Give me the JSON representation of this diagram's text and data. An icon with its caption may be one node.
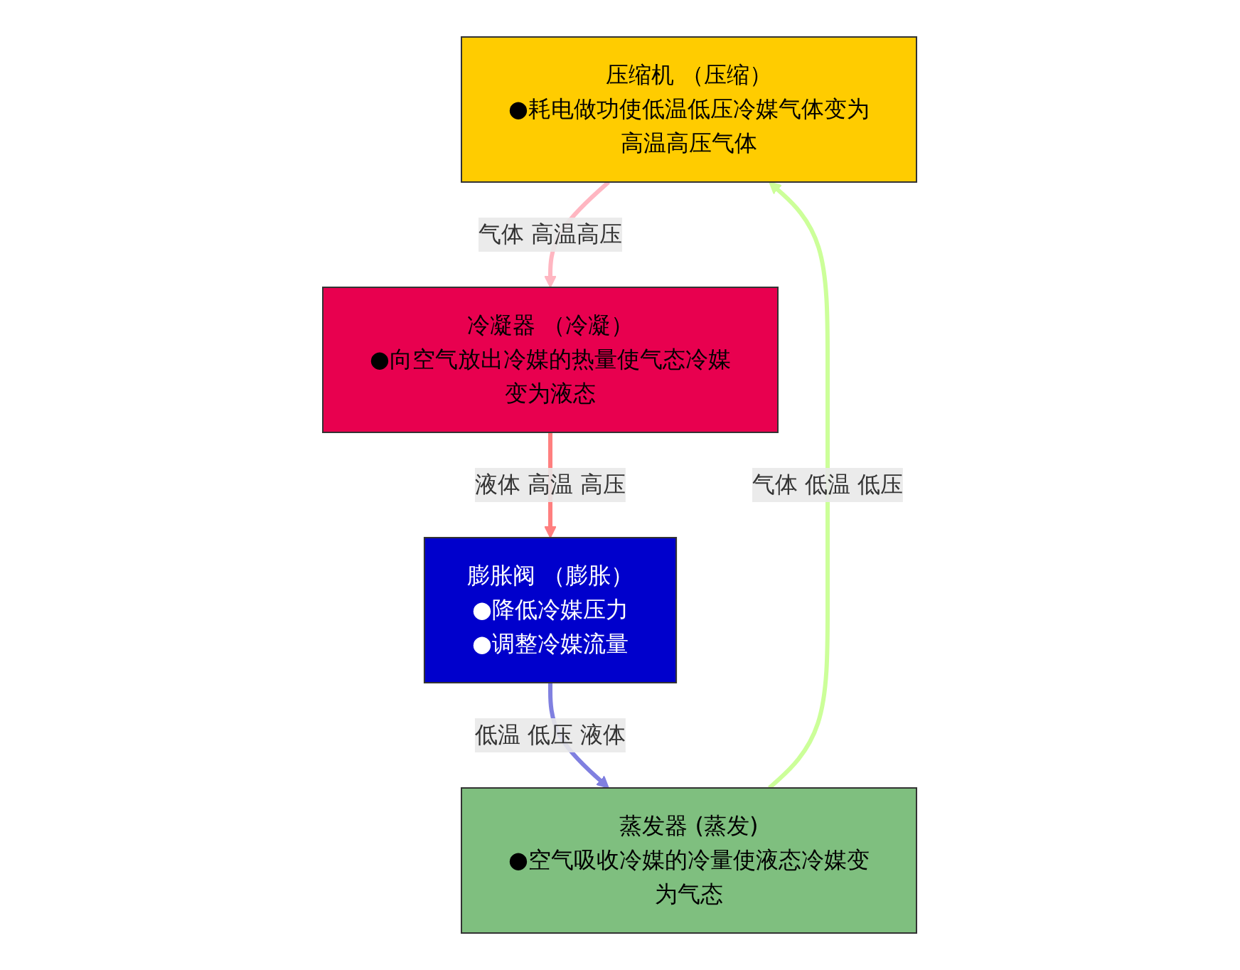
{
  "diagram": {
    "nodes": [
      {
        "text": [
          "压缩机 （压缩）",
          "●耗电做功使低温低压冷媒气体变为高温高压气体"
        ]
      },
      {
        "text": [
          "蒸发器 (蒸发)",
          "●空气吸收冷媒的冷量使液态冷媒变为气态"
        ]
      },
      {
        "text": [
          "冷凝器 （冷凝）",
          "●向空气放出冷媒的热量使气态冷媒变为液态"
        ]
      },
      {
        "text": [
          "膨胀阀 （膨胀）",
          "●降低冷媒压力",
          "●调整冷媒流量"
        ]
      }
    ],
    "edges": [
      {
        "from": 0,
        "to": 2,
        "arrow": "to",
        "label": "气体 高温高压",
        "color": "#ffb6c1"
      },
      {
        "from": 2,
        "to": 3,
        "arrow": "to",
        "label": "液体 高温 高压",
        "color": "#ff7f7f"
      },
      {
        "from": 3,
        "to": 1,
        "arrow": "to",
        "label": "低温 低压 液体",
        "color": "#8080e0"
      },
      {
        "from": 1,
        "to": 0,
        "arrow": "to",
        "label": "气体 低温 低压",
        "color": "#ccff99"
      }
    ]
  }
}
